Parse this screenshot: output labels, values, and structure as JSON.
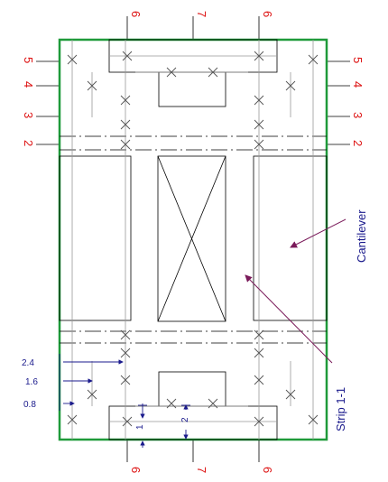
{
  "gridlines": {
    "top": [
      "6",
      "7",
      "6"
    ],
    "bottom": [
      "6",
      "7",
      "6"
    ],
    "left": [
      "5",
      "4",
      "3",
      "2"
    ],
    "right": [
      "5",
      "4",
      "3",
      "2"
    ]
  },
  "dimensions": {
    "left_offsets": [
      "2.4",
      "1.6",
      "0.8"
    ],
    "small": [
      "1",
      "2"
    ]
  },
  "callouts": {
    "cantilever": "Cantilever",
    "strip": "Strip 1-1"
  },
  "colors": {
    "slab_edge": "#1f9a3a",
    "grid_label": "#dd1111",
    "annotation": "#1a1a8c",
    "leader": "#7a1a5a"
  }
}
